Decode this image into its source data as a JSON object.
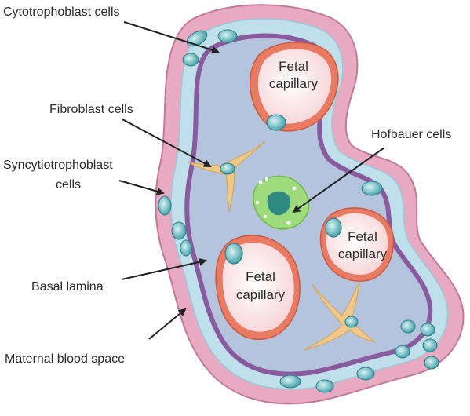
{
  "labels": {
    "cytotrophoblast": "Cytotrophoblast cells",
    "fibroblast": "Fibroblast cells",
    "syncytio_line1": "Syncytiotrophoblast",
    "syncytio_line2": "cells",
    "basal_lamina": "Basal lamina",
    "maternal_blood": "Maternal blood space",
    "hofbauer": "Hofbauer cells"
  },
  "capillaries": [
    {
      "line1": "Fetal",
      "line2": "capillary"
    },
    {
      "line1": "Fetal",
      "line2": "capillary"
    },
    {
      "line1": "Fetal",
      "line2": "capillary"
    }
  ],
  "colors": {
    "outer_pink": "#e8aac2",
    "outer_stroke": "#c07a9a",
    "light_blue_layer": "#bfe0ea",
    "basal_lamina": "#8a5a9e",
    "stroma": "#b4c4dc",
    "capillary_ring": "#e87b62",
    "capillary_inner": "#fbe6e6",
    "nucleus": "#5fb8c0",
    "fibroblast": "#f0c98a",
    "hofbauer": "#9fdb7c"
  }
}
